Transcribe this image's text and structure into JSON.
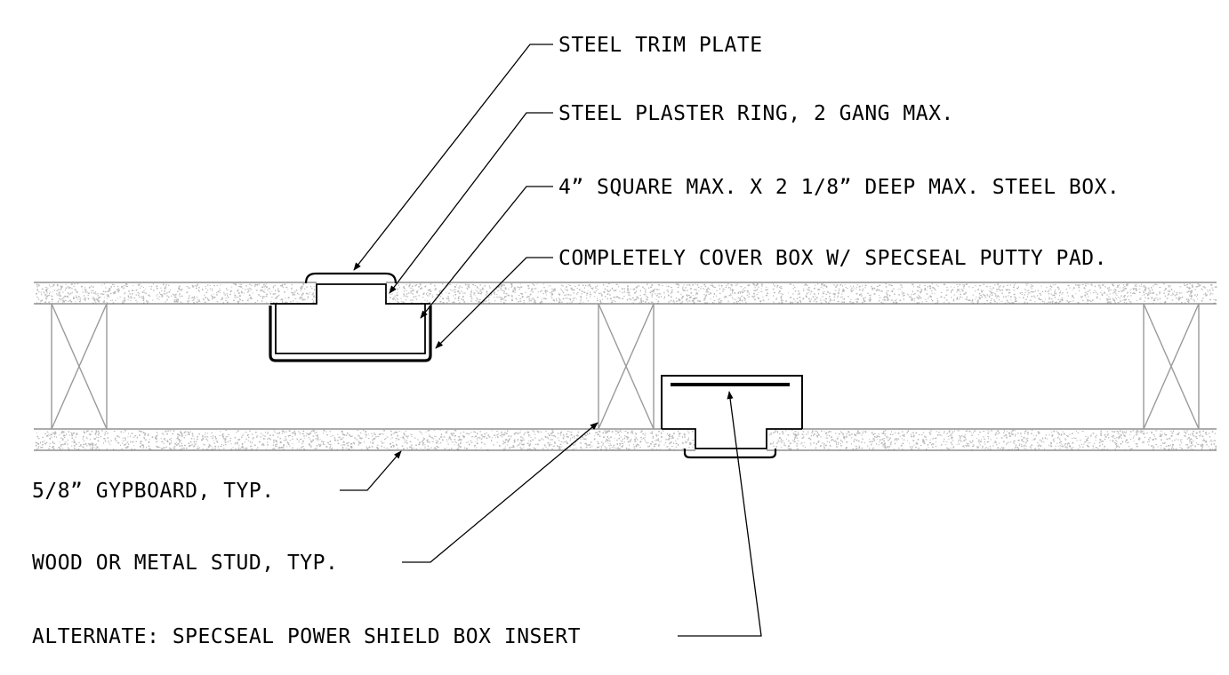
{
  "drawing": {
    "line_color": "#000000",
    "board_edge_color": "#7a7a7a",
    "stud_color": "#9a9a9a",
    "speckle_color": "#b8b8b8"
  },
  "callouts": {
    "trim_plate": "STEEL TRIM PLATE",
    "plaster_ring": "STEEL PLASTER RING, 2 GANG MAX.",
    "steel_box": "4” SQUARE MAX. X 2 1/8” DEEP MAX. STEEL BOX.",
    "putty_pad": "COMPLETELY COVER BOX W/ SPECSEAL PUTTY PAD.",
    "gypboard": "5/8” GYPBOARD, TYP.",
    "stud": "WOOD OR METAL STUD, TYP.",
    "alternate_insert": "ALTERNATE: SPECSEAL POWER SHIELD BOX INSERT"
  }
}
